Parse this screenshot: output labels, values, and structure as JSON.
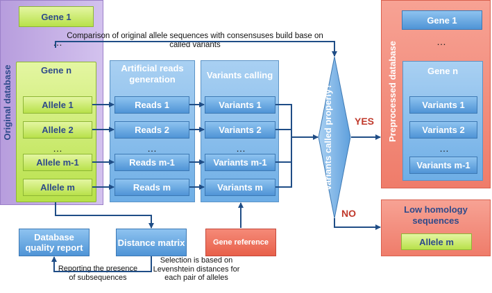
{
  "original_database": {
    "title": "Original database",
    "gene1": "Gene 1",
    "dots_top": "…",
    "gene_n": "Gene n",
    "alleles": [
      "Allele 1",
      "Allele 2",
      "…",
      "Allele m-1",
      "Allele m"
    ]
  },
  "artificial_reads": {
    "title": "Artificial reads generation",
    "reads": [
      "Reads 1",
      "Reads 2",
      "…",
      "Reads m-1",
      "Reads m"
    ]
  },
  "variants_calling": {
    "title": "Variants calling",
    "variants": [
      "Variants 1",
      "Variants 2",
      "…",
      "Variants m-1",
      "Variants m"
    ]
  },
  "decision": {
    "text": "Variants called properly?",
    "yes": "YES",
    "no": "NO"
  },
  "preprocessed_database": {
    "title": "Preprocessed database",
    "gene1": "Gene 1",
    "dots": "…",
    "gene_n": "Gene n",
    "variants": [
      "Variants 1",
      "Variants 2",
      "…",
      "Variants m-1"
    ]
  },
  "low_homology": {
    "title": "Low homology sequences",
    "allele": "Allele m"
  },
  "comparison_note": "Comparison of original allele sequences with consensuses build base on called variants",
  "db_quality_report": "Database quality report",
  "distance_matrix": "Distance matrix",
  "gene_reference": "Gene reference",
  "reporting_note": "Reporting the presence of subsequences",
  "selection_note": "Selection is based on Levenshtein distances for each pair of alleles",
  "colors": {
    "purple": "#c4aee6",
    "blue": "#6eaee6",
    "salmon": "#f28c7b",
    "green": "#c8ea6e",
    "arrow": "#1f4d86",
    "accent": "#c0392b"
  }
}
